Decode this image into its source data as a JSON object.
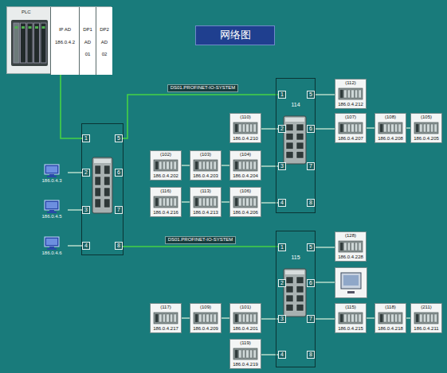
{
  "diagram": {
    "title": "网络图",
    "nodes": [
      {
        "text": [
          "PLC"
        ]
      },
      {
        "text": [
          "IP AD",
          "186.0.4.2"
        ],
        "in": 0
      },
      {
        "text": [
          "DP1",
          "AD",
          "01"
        ],
        "in": 0
      },
      {
        "text": [
          "DP2",
          "AD",
          "02"
        ],
        "in": 0
      },
      {
        "text": [
          "1"
        ]
      },
      {
        "text": [
          "5"
        ]
      },
      {
        "text": [
          "2"
        ]
      },
      {
        "text": [
          "6"
        ]
      },
      {
        "text": [
          "3"
        ]
      },
      {
        "text": [
          "7"
        ]
      },
      {
        "text": [
          "4"
        ]
      },
      {
        "text": [
          "8"
        ]
      },
      {
        "text": [
          "186.0.4.3"
        ]
      },
      {
        "text": [
          "186.0.4.5"
        ]
      },
      {
        "text": [
          "186.0.4.6"
        ]
      },
      {
        "text": [
          "114"
        ]
      },
      {
        "text": [
          "1"
        ],
        "in": 15
      },
      {
        "text": [
          "5"
        ],
        "in": 15
      },
      {
        "text": [
          "2"
        ],
        "in": 15
      },
      {
        "text": [
          "6"
        ],
        "in": 15
      },
      {
        "text": [
          "3"
        ],
        "in": 15
      },
      {
        "text": [
          "7"
        ],
        "in": 15
      },
      {
        "text": [
          "4"
        ],
        "in": 15
      },
      {
        "text": [
          "8"
        ],
        "in": 15
      },
      {
        "text": [
          "(112)",
          "186.0.4.212"
        ]
      },
      {
        "text": [
          "(110)",
          "186.0.4.210"
        ]
      },
      {
        "text": [
          "(107)",
          "186.0.4.207"
        ]
      },
      {
        "text": [
          "(108)",
          "186.0.4.208"
        ]
      },
      {
        "text": [
          "(105)",
          "186.0.4.205"
        ]
      },
      {
        "text": [
          "(102)",
          "186.0.4.202"
        ]
      },
      {
        "text": [
          "(103)",
          "186.0.4.203"
        ]
      },
      {
        "text": [
          "(104)",
          "186.0.4.204"
        ]
      },
      {
        "text": [
          "(116)",
          "186.0.4.216"
        ]
      },
      {
        "text": [
          "(113)",
          "186.0.4.213"
        ]
      },
      {
        "text": [
          "(106)",
          "186.0.4.206"
        ]
      },
      {
        "text": [
          "115"
        ]
      },
      {
        "text": [
          "1"
        ],
        "in": 35
      },
      {
        "text": [
          "5"
        ],
        "in": 35
      },
      {
        "text": [
          "2"
        ],
        "in": 35
      },
      {
        "text": [
          "6"
        ],
        "in": 35
      },
      {
        "text": [
          "3"
        ],
        "in": 35
      },
      {
        "text": [
          "7"
        ],
        "in": 35
      },
      {
        "text": [
          "4"
        ],
        "in": 35
      },
      {
        "text": [
          "8"
        ],
        "in": 35
      },
      {
        "text": [
          "(128)",
          "186.0.4.228"
        ]
      },
      {
        "text": [
          "(115)",
          "186.0.4.215"
        ]
      },
      {
        "text": [
          "(118)",
          "186.0.4.218"
        ]
      },
      {
        "text": [
          "(211)",
          "186.0.4.211"
        ]
      },
      {
        "text": [
          "(117)",
          "186.0.4.217"
        ]
      },
      {
        "text": [
          "(109)",
          "186.0.4.209"
        ]
      },
      {
        "text": [
          "(101)",
          "186.0.4.201"
        ]
      },
      {
        "text": [
          "(119)",
          "186.0.4.219"
        ]
      }
    ],
    "edges": [
      {
        "from": 0,
        "to": 4,
        "arrow": "none"
      },
      {
        "from": 12,
        "to": 6,
        "arrow": "none"
      },
      {
        "from": 13,
        "to": 8,
        "arrow": "none"
      },
      {
        "from": 14,
        "to": 10,
        "arrow": "none"
      },
      {
        "from": 5,
        "to": 16,
        "arrow": "none",
        "label": "DS01.PROFINET-IO-SYSTEM"
      },
      {
        "from": 11,
        "to": 36,
        "arrow": "none",
        "label": "DS01.PROFINET-IO-SYSTEM"
      },
      {
        "from": 17,
        "to": 24,
        "arrow": "none"
      },
      {
        "from": 19,
        "to": 26,
        "arrow": "none"
      },
      {
        "from": 26,
        "to": 27,
        "arrow": "none"
      },
      {
        "from": 27,
        "to": 28,
        "arrow": "none"
      },
      {
        "from": 25,
        "to": 18,
        "arrow": "none"
      },
      {
        "from": 29,
        "to": 30,
        "arrow": "none"
      },
      {
        "from": 30,
        "to": 31,
        "arrow": "none"
      },
      {
        "from": 31,
        "to": 20,
        "arrow": "none"
      },
      {
        "from": 32,
        "to": 33,
        "arrow": "none"
      },
      {
        "from": 33,
        "to": 34,
        "arrow": "none"
      },
      {
        "from": 34,
        "to": 22,
        "arrow": "none"
      },
      {
        "from": 37,
        "to": 44,
        "arrow": "none"
      },
      {
        "from": 41,
        "to": 45,
        "arrow": "none"
      },
      {
        "from": 45,
        "to": 46,
        "arrow": "none"
      },
      {
        "from": 46,
        "to": 47,
        "arrow": "none"
      },
      {
        "from": 48,
        "to": 49,
        "arrow": "none"
      },
      {
        "from": 49,
        "to": 50,
        "arrow": "none"
      },
      {
        "from": 50,
        "to": 40,
        "arrow": "none"
      },
      {
        "from": 51,
        "to": 42,
        "arrow": "none"
      }
    ]
  }
}
